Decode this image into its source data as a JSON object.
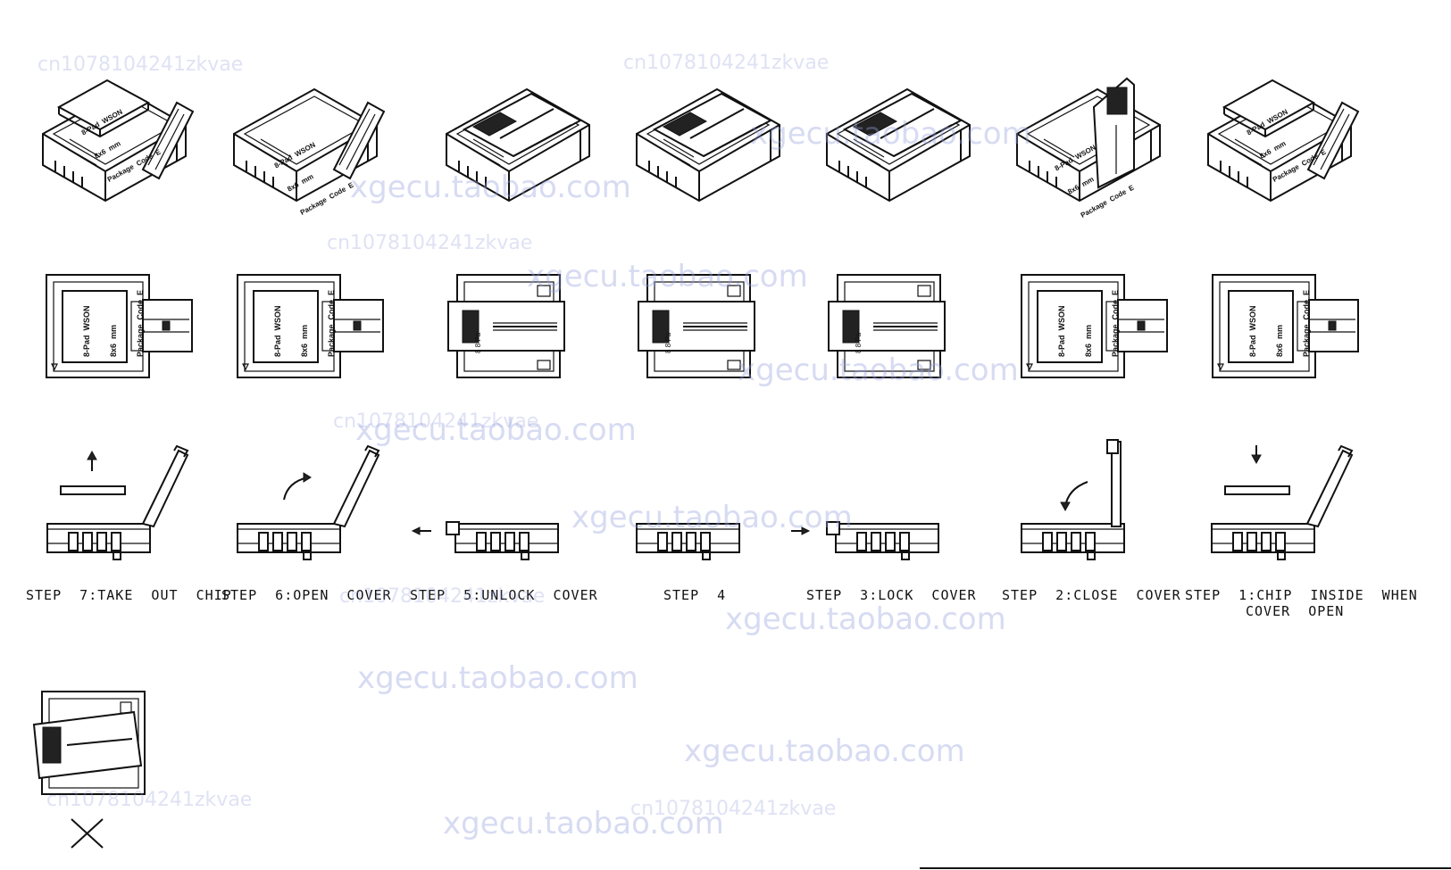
{
  "steps": [
    {
      "label": "STEP  7:TAKE  OUT  CHIP"
    },
    {
      "label": "STEP  6:OPEN  COVER"
    },
    {
      "label": "STEP  5:UNLOCK  COVER"
    },
    {
      "label": "STEP  4"
    },
    {
      "label": "STEP  3:LOCK  COVER"
    },
    {
      "label": "STEP  2:CLOSE  COVER"
    },
    {
      "label": "STEP  1:CHIP  INSIDE  WHEN",
      "label2": "COVER  OPEN"
    }
  ],
  "chip": {
    "line1": "8-Pad  WSON",
    "line2": "8x6  mm",
    "line3": "Package  Code  E"
  },
  "watermarks": {
    "shop": "xgecu.taobao.com",
    "code": "cn1078104241zkvae"
  }
}
